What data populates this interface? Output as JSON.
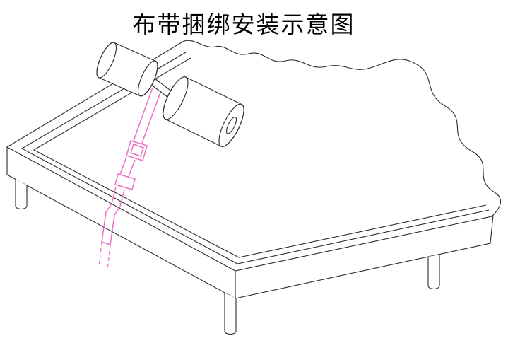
{
  "title": "布带捆绑安装示意图",
  "colors": {
    "background": "#ffffff",
    "line": "#2b2b2b",
    "strap": "#ee6fc5",
    "title_color": "#000000"
  },
  "diagram": {
    "parts": [
      "bed-platform",
      "bed-legs",
      "binding-strap",
      "strap-buckle",
      "strap-adjuster",
      "roller-assembly"
    ]
  }
}
